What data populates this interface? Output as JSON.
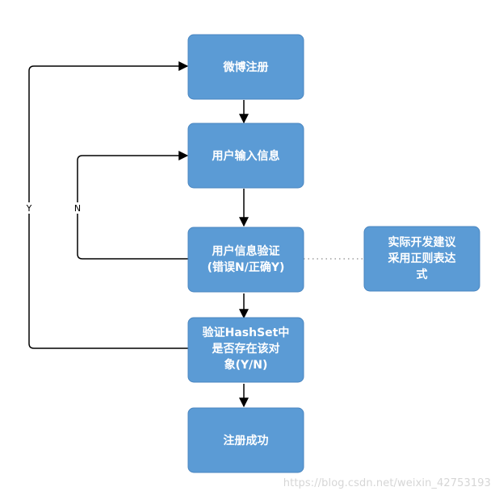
{
  "diagram": {
    "nodes": {
      "register": {
        "lines": [
          "微博注册"
        ]
      },
      "input": {
        "lines": [
          "用户输入信息"
        ]
      },
      "validate": {
        "lines": [
          "用户信息验证",
          "(错误N/正确Y)"
        ]
      },
      "note": {
        "lines": [
          "实际开发建议",
          "采用正则表达",
          "式"
        ]
      },
      "hashset": {
        "lines": [
          "验证HashSet中",
          "是否存在该对",
          "象(Y/N)"
        ]
      },
      "success": {
        "lines": [
          "注册成功"
        ]
      }
    },
    "edge_labels": {
      "no": "N",
      "yes": "Y"
    },
    "colors": {
      "node_fill": "#5b9bd5",
      "node_stroke": "#4a86c0",
      "text": "#ffffff",
      "line": "#000000",
      "dotted": "#8c8c8c"
    }
  },
  "watermark": "https://blog.csdn.net/weixin_42753193"
}
